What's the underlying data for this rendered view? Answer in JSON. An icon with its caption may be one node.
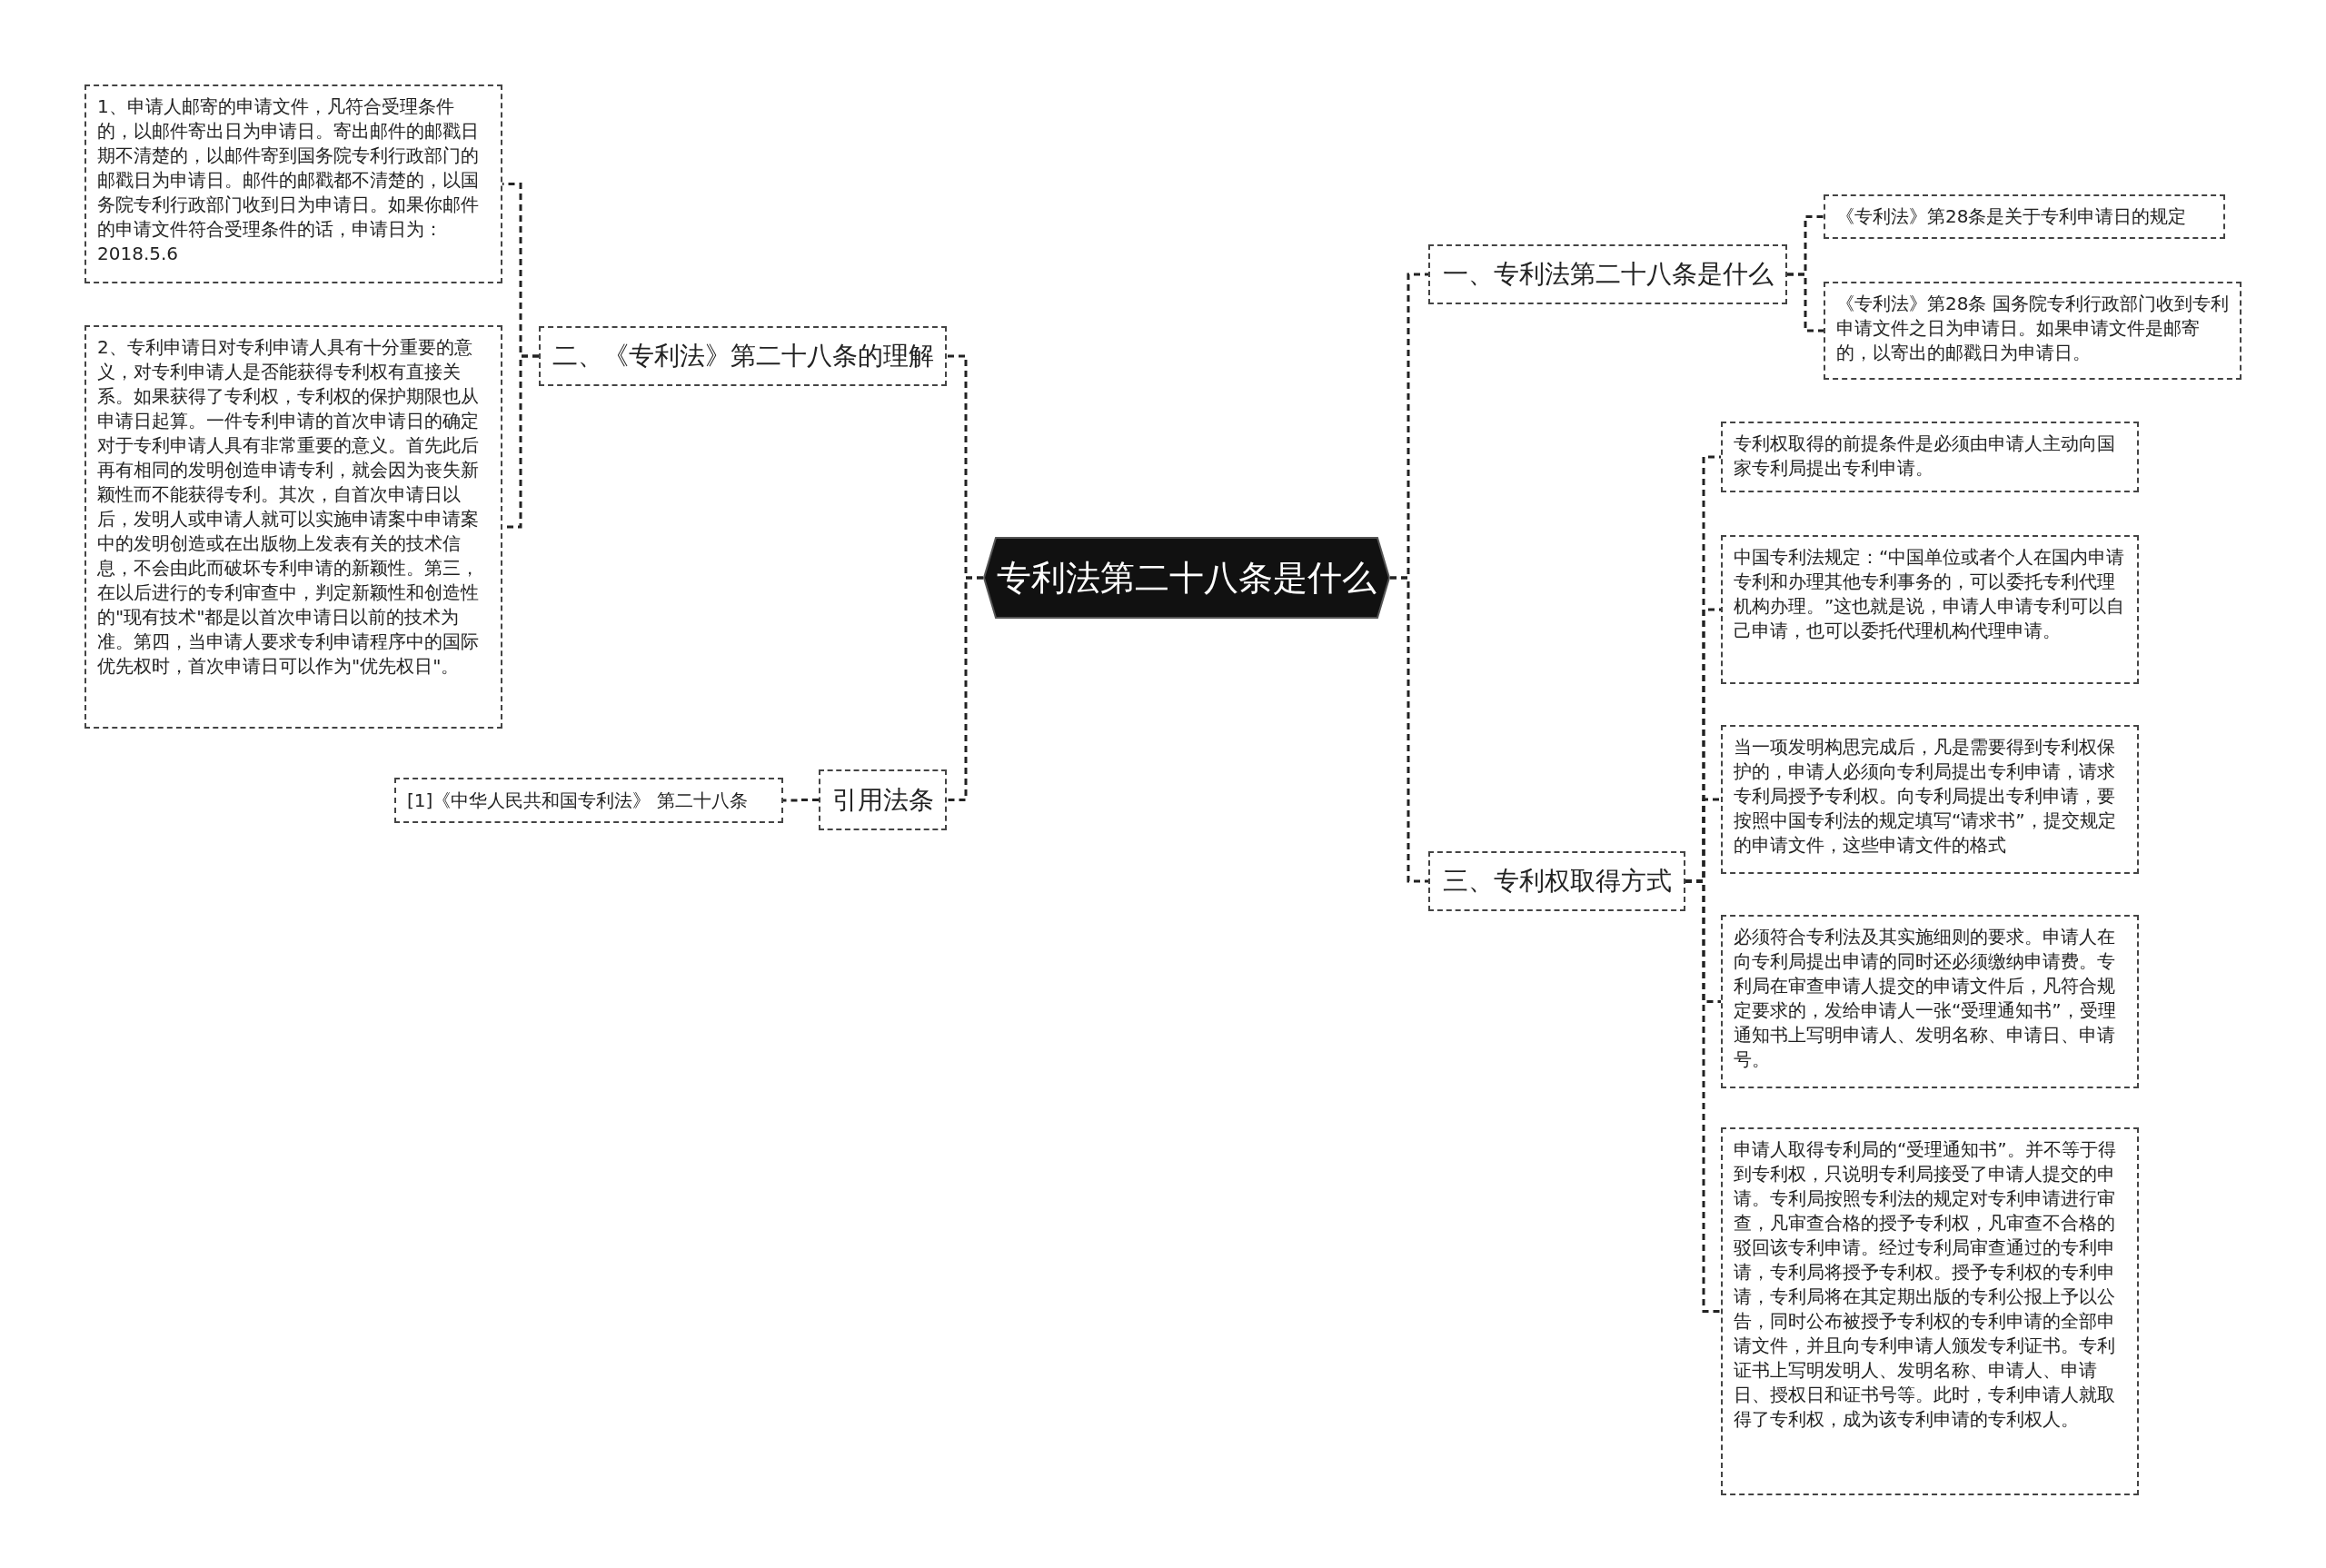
{
  "diagram": {
    "nodes": [
      {
        "text": [
          "专利法第二十八条是什么"
        ]
      },
      {
        "text": [
          "一、专利法第二十八条是什么"
        ]
      },
      {
        "text": [
          "《专利法》第28条是关于专利申请日的规定"
        ]
      },
      {
        "text": [
          "《专利法》第28条 国务院专利行政部门收到专利申请文件之日为申请日。如果申请文件是邮寄的，以寄出的邮戳日为申请日。"
        ]
      },
      {
        "text": [
          "二、《专利法》第二十八条的理解"
        ]
      },
      {
        "text": [
          "1、申请人邮寄的申请文件，凡符合受理条件的，以邮件寄出日为申请日。寄出邮件的邮戳日期不清楚的，以邮件寄到国务院专利行政部门的邮戳日为申请日。邮件的邮戳都不清楚的，以国务院专利行政部门收到日为申请日。如果你邮件的申请文件符合受理条件的话，申请日为：2018.5.6"
        ]
      },
      {
        "text": [
          "2、专利申请日对专利申请人具有十分重要的意义，对专利申请人是否能获得专利权有直接关系。如果获得了专利权，专利权的保护期限也从申请日起算。一件专利申请的首次申请日的确定对于专利申请人具有非常重要的意义。首先此后再有相同的发明创造申请专利，就会因为丧失新颖性而不能获得专利。其次，自首次申请日以后，发明人或申请人就可以实施申请案中申请案中的发明创造或在出版物上发表有关的技术信息，不会由此而破坏专利申请的新颖性。第三，在以后进行的专利审查中，判定新颖性和创造性的\"现有技术\"都是以首次申请日以前的技术为准。第四，当申请人要求专利申请程序中的国际优先权时，首次申请日可以作为\"优先权日\"。"
        ]
      },
      {
        "text": [
          "引用法条"
        ]
      },
      {
        "text": [
          "[1]《中华人民共和国专利法》 第二十八条"
        ]
      },
      {
        "text": [
          "三、专利权取得方式"
        ]
      },
      {
        "text": [
          "专利权取得的前提条件是必须由申请人主动向国家专利局提出专利申请。"
        ]
      },
      {
        "text": [
          "中国专利法规定：“中国单位或者个人在国内申请专利和办理其他专利事务的，可以委托专利代理机构办理。”这也就是说，申请人申请专利可以自己申请，也可以委托代理机构代理申请。"
        ]
      },
      {
        "text": [
          "当一项发明构思完成后，凡是需要得到专利权保护的，申请人必须向专利局提出专利申请，请求专利局授予专利权。向专利局提出专利申请，要按照中国专利法的规定填写“请求书”，提交规定的申请文件，这些申请文件的格式"
        ]
      },
      {
        "text": [
          "必须符合专利法及其实施细则的要求。申请人在向专利局提出申请的同时还必须缴纳申请费。专利局在审查申请人提交的申请文件后，凡符合规定要求的，发给申请人一张“受理通知书”，受理通知书上写明申请人、发明名称、申请日、申请号。"
        ]
      },
      {
        "text": [
          "申请人取得专利局的“受理通知书”。并不等于得到专利权，只说明专利局接受了申请人提交的申请。专利局按照专利法的规定对专利申请进行审查，凡审查合格的授予专利权，凡审查不合格的驳回该专利申请。经过专利局审查通过的专利申请，专利局将授予专利权。授予专利权的专利申请，专利局将在其定期出版的专利公报上予以公告，同时公布被授予专利权的专利申请的全部申请文件，并且向专利申请人颁发专利证书。专利证书上写明发明人、发明名称、申请人、申请日、授权日和证书号等。此时，专利申请人就取得了专利权，成为该专利申请的专利权人。"
        ]
      }
    ],
    "edges": [
      {
        "from": 0,
        "to": 1,
        "arrow": "none"
      },
      {
        "from": 1,
        "to": 2,
        "arrow": "none"
      },
      {
        "from": 1,
        "to": 3,
        "arrow": "none"
      },
      {
        "from": 0,
        "to": 4,
        "arrow": "none"
      },
      {
        "from": 4,
        "to": 5,
        "arrow": "none"
      },
      {
        "from": 4,
        "to": 6,
        "arrow": "none"
      },
      {
        "from": 0,
        "to": 7,
        "arrow": "none"
      },
      {
        "from": 7,
        "to": 8,
        "arrow": "none"
      },
      {
        "from": 0,
        "to": 9,
        "arrow": "none"
      },
      {
        "from": 9,
        "to": 10,
        "arrow": "none"
      },
      {
        "from": 9,
        "to": 11,
        "arrow": "none"
      },
      {
        "from": 9,
        "to": 12,
        "arrow": "none"
      },
      {
        "from": 9,
        "to": 13,
        "arrow": "none"
      },
      {
        "from": 9,
        "to": 14,
        "arrow": "none"
      }
    ]
  }
}
